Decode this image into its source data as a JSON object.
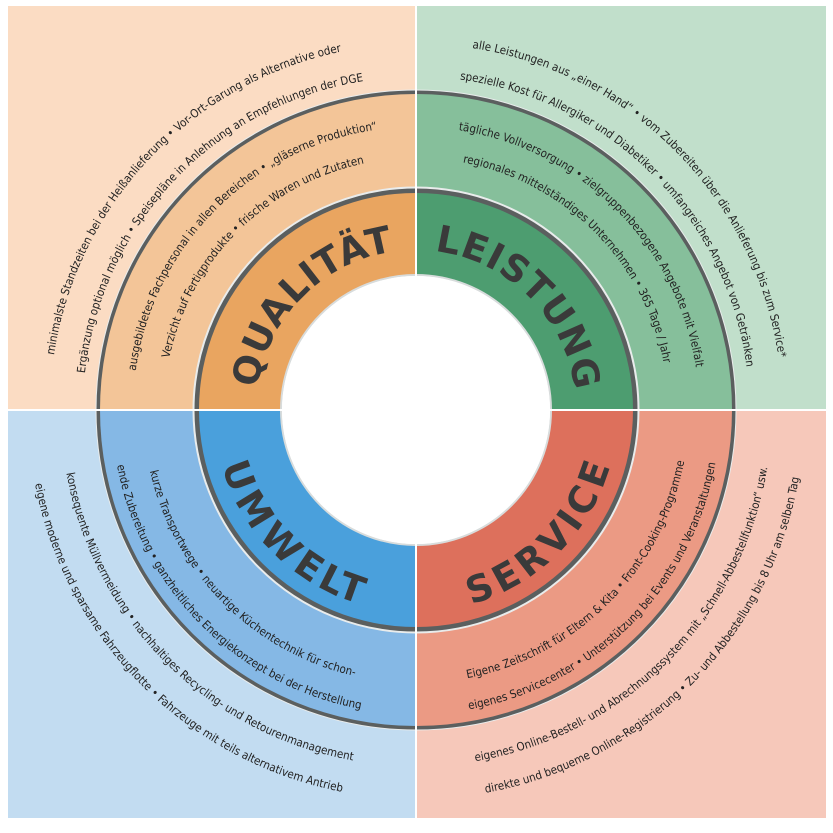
{
  "colors": {
    "qualitaet": {
      "outer": "#fbdcc3",
      "middle": "#f3c598",
      "inner": "#e9a560"
    },
    "leistung": {
      "outer": "#c1dfcb",
      "middle": "#86bf9b",
      "inner": "#4d9d70"
    },
    "service": {
      "outer": "#f6c8ba",
      "middle": "#eb9a84",
      "inner": "#dd705c"
    },
    "umwelt": {
      "outer": "#c2dcf1",
      "middle": "#85b8e5",
      "inner": "#4aa0dc"
    },
    "ring": "#5b5f5f"
  },
  "quadrants": {
    "qualitaet": {
      "label": "QUALITÄT",
      "outer": [
        "minimalste Standzeiten bei der Heißanlieferung • Vor-Ort-Garung als Alternative oder",
        "Ergänzung optional möglich • Speisepläne in Anlehnung an Empfehlungen der DGE"
      ],
      "middle": [
        "ausgebildetes Fachpersonal in allen Bereichen • „gläserne Produktion“",
        "Verzicht auf Fertigprodukte • frische Waren und Zutaten"
      ]
    },
    "leistung": {
      "label": "LEISTUNG",
      "outer": [
        "alle Leistungen aus „einer Hand“ • vom Zubereiten über die Anlieferung bis zum Service*",
        "spezielle Kost für Allergiker und Diabetiker • umfangreiches Angebot von Getränken"
      ],
      "middle": [
        "tägliche Vollversorgung • zielgruppenbezogene Angebote mit Vielfalt",
        "regionales mittelständiges Unternehmen • 365 Tage / Jahr"
      ]
    },
    "service": {
      "label": "SERVICE",
      "outer": [
        "eigenes Online-Bestell- und Abrechnungssystem mit „Schnell-Abbestellfunktion“ usw.",
        "direkte und bequeme Online-Registrierung • Zu- und Abbestellung bis 8 Uhr am selben Tag"
      ],
      "middle": [
        "Eigene Zeitschrift für Eltern & Kita • Front-Cooking-Programme",
        "eigenes Servicecenter • Unterstützung bei Events und Veranstaltungen"
      ]
    },
    "umwelt": {
      "label": "UMWELT",
      "outer": [
        "konsequente Müllvermeidung • nachhaltiges Recycling- und Retourenmanagement",
        "eigene moderne und sparsame Fahrzeugflotte • Fahrzeuge mit teils alternativem Antrieb"
      ],
      "middle": [
        "kurze Transportwege • neuartige Küchentechnik für schon-",
        "ende Zubereitung • ganzheitliches Energiekonzept bei der Herstellung"
      ]
    }
  }
}
